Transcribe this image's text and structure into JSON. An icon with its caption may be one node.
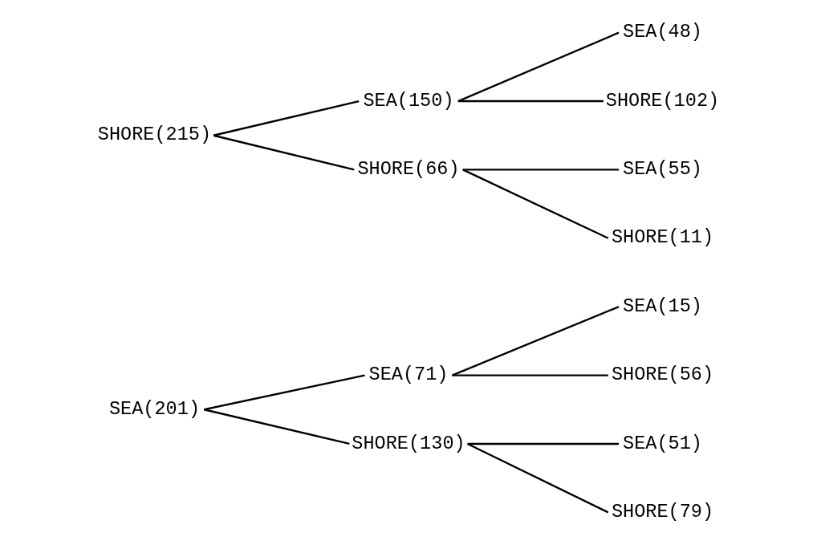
{
  "diagram": {
    "nodes": [
      {
        "text": [
          "SEA(201)"
        ]
      },
      {
        "text": [
          "SEA(71)"
        ]
      },
      {
        "text": [
          "SEA(15)"
        ]
      },
      {
        "text": [
          "SHORE(56)"
        ]
      },
      {
        "text": [
          "SHORE(130)"
        ]
      },
      {
        "text": [
          "SEA(51)"
        ]
      },
      {
        "text": [
          "SHORE(79)"
        ]
      },
      {
        "text": [
          "SHORE(215)"
        ]
      },
      {
        "text": [
          "SEA(150)"
        ]
      },
      {
        "text": [
          "SEA(48)"
        ]
      },
      {
        "text": [
          "SHORE(102)"
        ]
      },
      {
        "text": [
          "SHORE(66)"
        ]
      },
      {
        "text": [
          "SEA(55)"
        ]
      },
      {
        "text": [
          "SHORE(11)"
        ]
      }
    ],
    "edges": [
      {
        "from": 0,
        "to": 1,
        "arrow": "none"
      },
      {
        "from": 0,
        "to": 4,
        "arrow": "none"
      },
      {
        "from": 1,
        "to": 2,
        "arrow": "none"
      },
      {
        "from": 1,
        "to": 3,
        "arrow": "none"
      },
      {
        "from": 4,
        "to": 5,
        "arrow": "none"
      },
      {
        "from": 4,
        "to": 6,
        "arrow": "none"
      },
      {
        "from": 7,
        "to": 8,
        "arrow": "none"
      },
      {
        "from": 7,
        "to": 11,
        "arrow": "none"
      },
      {
        "from": 8,
        "to": 9,
        "arrow": "none"
      },
      {
        "from": 8,
        "to": 10,
        "arrow": "none"
      },
      {
        "from": 11,
        "to": 12,
        "arrow": "none"
      },
      {
        "from": 11,
        "to": 13,
        "arrow": "none"
      }
    ]
  }
}
